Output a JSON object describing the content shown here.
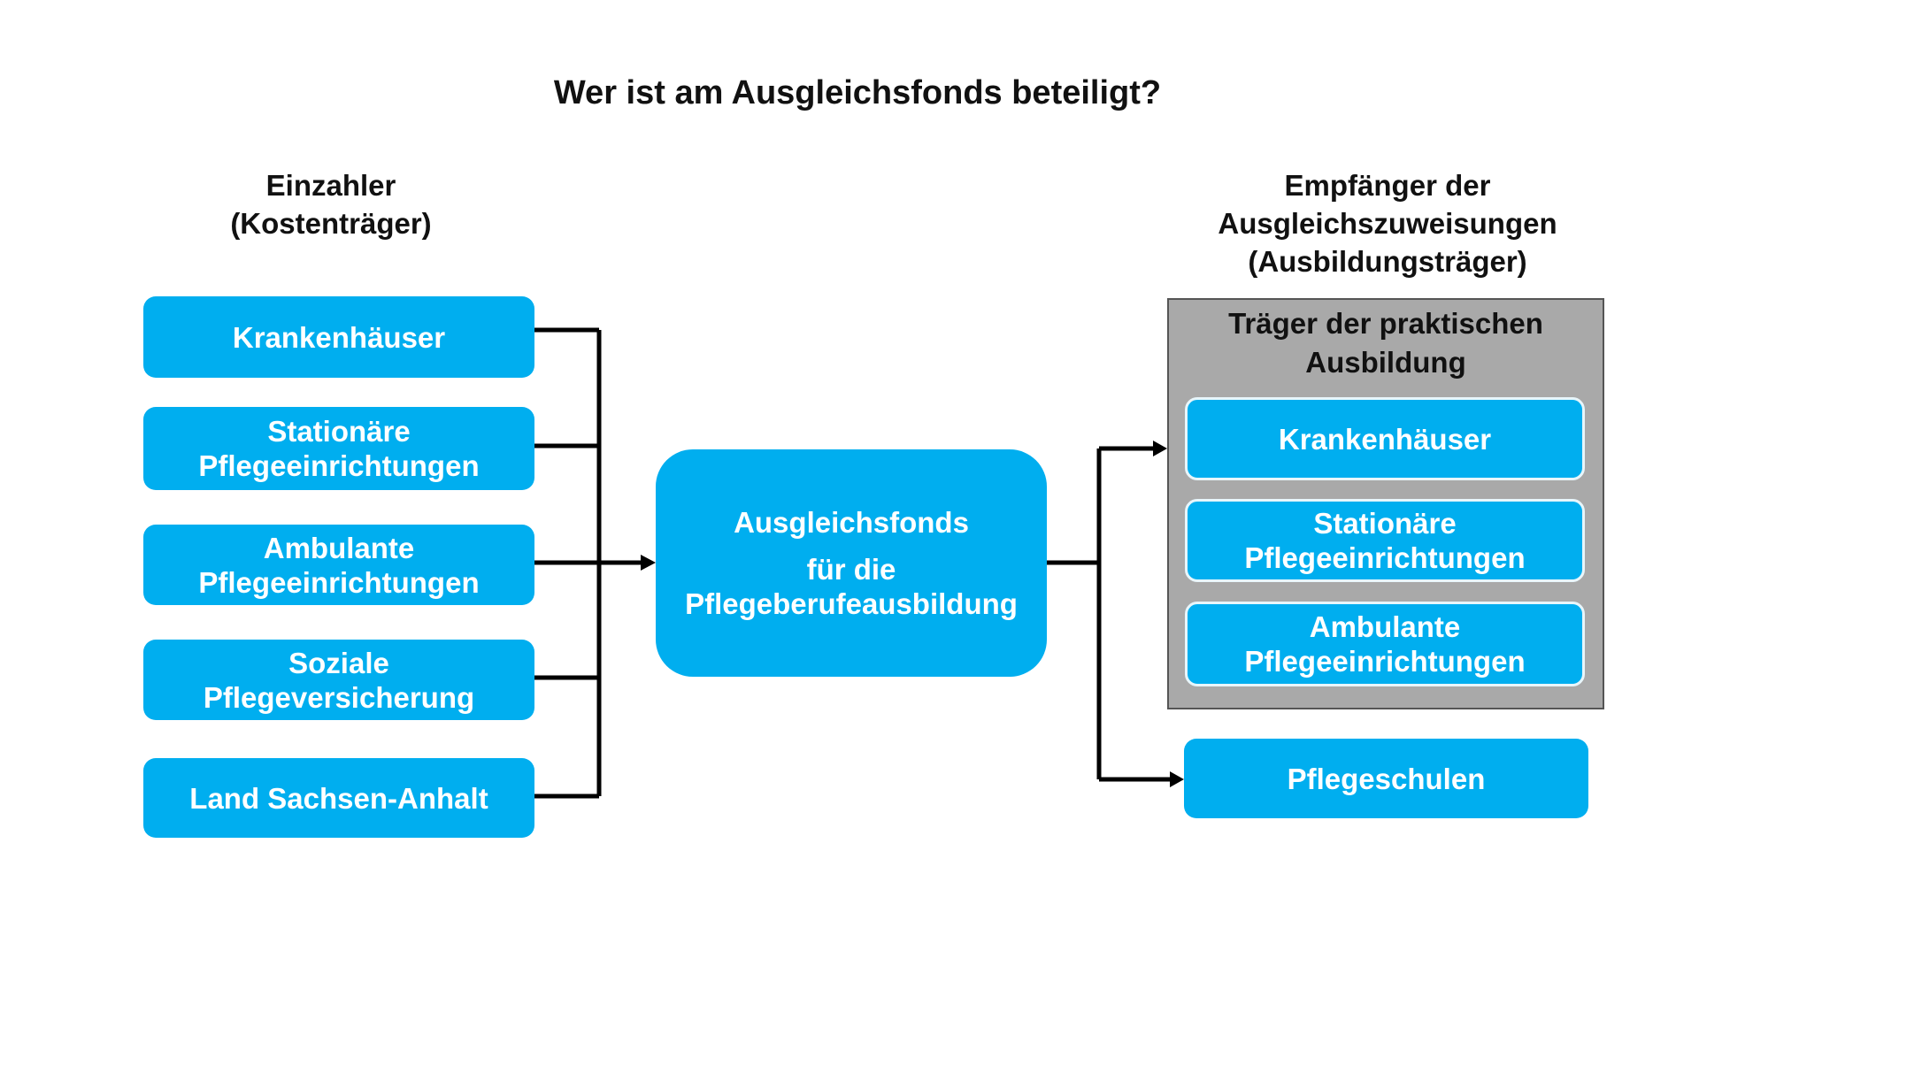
{
  "title": "Wer ist am Ausgleichsfonds beteiligt?",
  "left_header": [
    "Einzahler",
    "(Kostenträger)"
  ],
  "right_header": [
    "Empfänger der",
    "Ausgleichszuweisungen",
    "(Ausbildungsträger)"
  ],
  "payers": [
    [
      "Krankenhäuser"
    ],
    [
      "Stationäre",
      "Pflegeeinrichtungen"
    ],
    [
      "Ambulante",
      "Pflegeeinrichtungen"
    ],
    [
      "Soziale",
      "Pflegeversicherung"
    ],
    [
      "Land Sachsen-Anhalt"
    ]
  ],
  "fund": [
    "Ausgleichsfonds",
    "für die",
    "Pflegeberufeausbildung"
  ],
  "practical_group": {
    "title": [
      "Träger der praktischen",
      "Ausbildung"
    ],
    "items": [
      [
        "Krankenhäuser"
      ],
      [
        "Stationäre",
        "Pflegeeinrichtungen"
      ],
      [
        "Ambulante",
        "Pflegeeinrichtungen"
      ]
    ]
  },
  "schools": "Pflegeschulen",
  "colors": {
    "box": "#00aeef",
    "group": "#a9a9a9",
    "line": "#000000"
  }
}
